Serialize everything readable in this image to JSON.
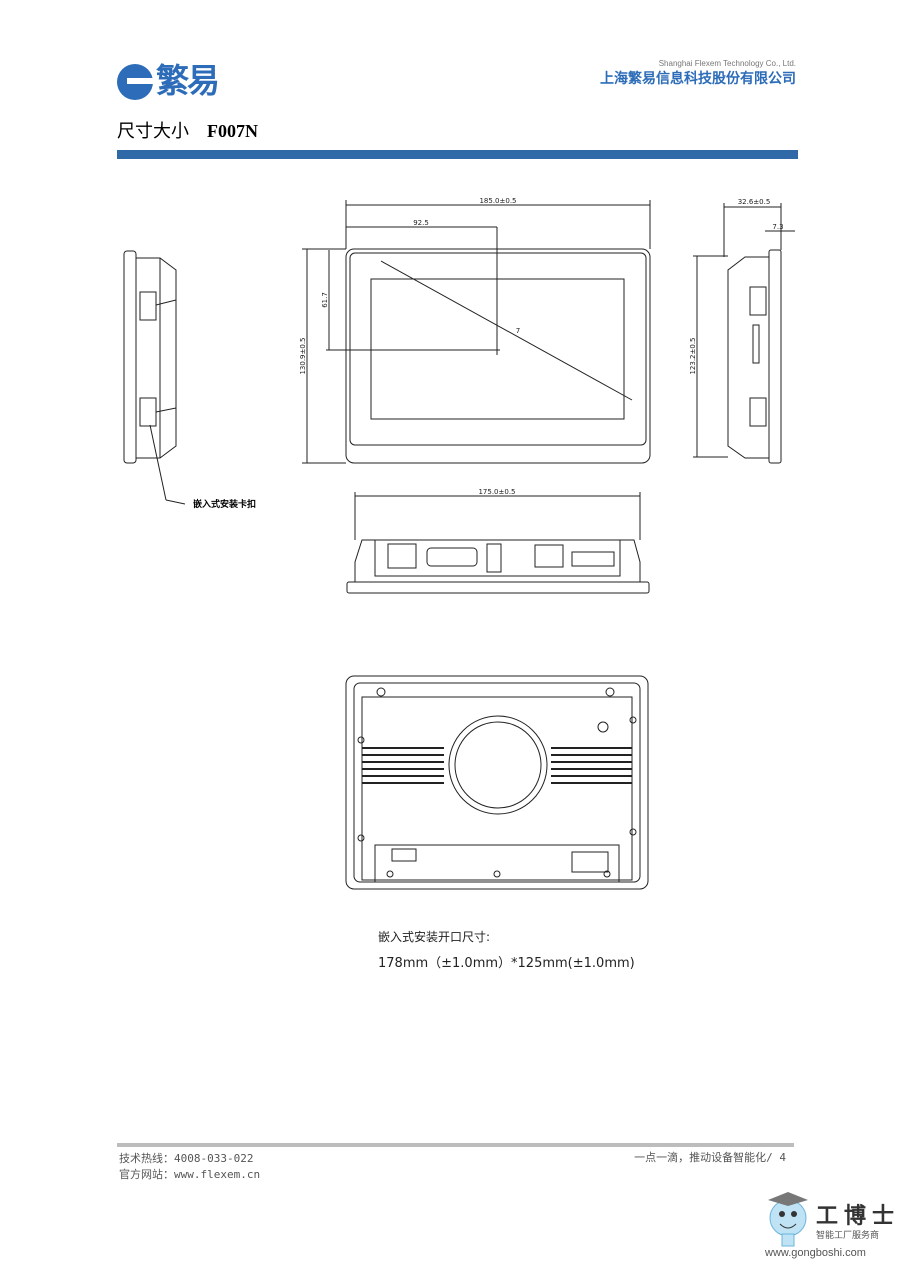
{
  "header": {
    "logo_text": "繁易",
    "company_en": "Shanghai Flexem Technology Co., Ltd.",
    "company_cn": "上海繁易信息科技股份有限公司",
    "brand_color": "#2c6cb8"
  },
  "page": {
    "title": "尺寸大小",
    "model": "F007N",
    "rule_color": "#2f69a8"
  },
  "drawing": {
    "front_width": "185.0±0.5",
    "center_x": "92.5",
    "center_y": "61.7",
    "front_height": "130.9±0.5",
    "diag": "7",
    "side_depth": "32.6±0.5",
    "bezel_depth": "7.3",
    "side_height": "123.2±0.5",
    "bottom_width": "175.0±0.5",
    "clip_label": "嵌入式安装卡扣"
  },
  "cutout": {
    "label": "嵌入式安装开口尺寸:",
    "value": "178mm（±1.0mm）*125mm(±1.0mm)"
  },
  "footer": {
    "hotline": "技术热线：4008-033-022",
    "website": "官方网站：www.flexem.cn",
    "slogan": "一点一滴，推动设备智能化/ 4"
  },
  "watermark": {
    "name": "工博士",
    "tagline": "智能工厂服务商",
    "url": "www.gongboshi.com"
  }
}
